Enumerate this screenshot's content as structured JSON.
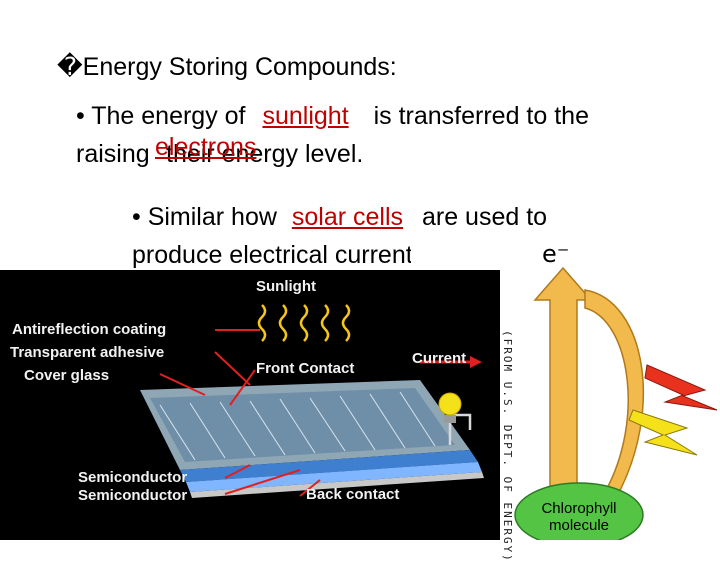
{
  "heading": {
    "bullet_glyph": "�",
    "text": "Energy Storing Compounds:"
  },
  "bullet1": {
    "prefix": "• The energy of",
    "blank1": "sunlight",
    "middle": "is transferred to the",
    "line2_start": "raising",
    "blank2": "electrons",
    "line2_end": "their energy level."
  },
  "bullet2": {
    "prefix": "• Similar how",
    "blank": "solar cells",
    "suffix": "are used to",
    "line2": "produce electrical current"
  },
  "solar_diagram": {
    "labels": {
      "sunlight": "Sunlight",
      "antireflection": "Antireflection coating",
      "adhesive": "Transparent adhesive",
      "cover_glass": "Cover glass",
      "front_contact": "Front Contact",
      "current": "Current",
      "semiconductor_1": "Semiconductor",
      "semiconductor_2": "Semiconductor",
      "back_contact": "Back contact"
    },
    "credit": "(FROM U.S. DEPT. OF ENERGY)"
  },
  "chlorophyll_diagram": {
    "electron_label": "e⁻",
    "molecule_label_1": "Chlorophyll",
    "molecule_label_2": "molecule"
  },
  "colors": {
    "blank_red": "#c00000",
    "arrow_orange": "#f2b94d",
    "leaf_green": "#54c444",
    "lightning_red": "#e8321e",
    "lightning_yellow": "#f5e11a"
  }
}
